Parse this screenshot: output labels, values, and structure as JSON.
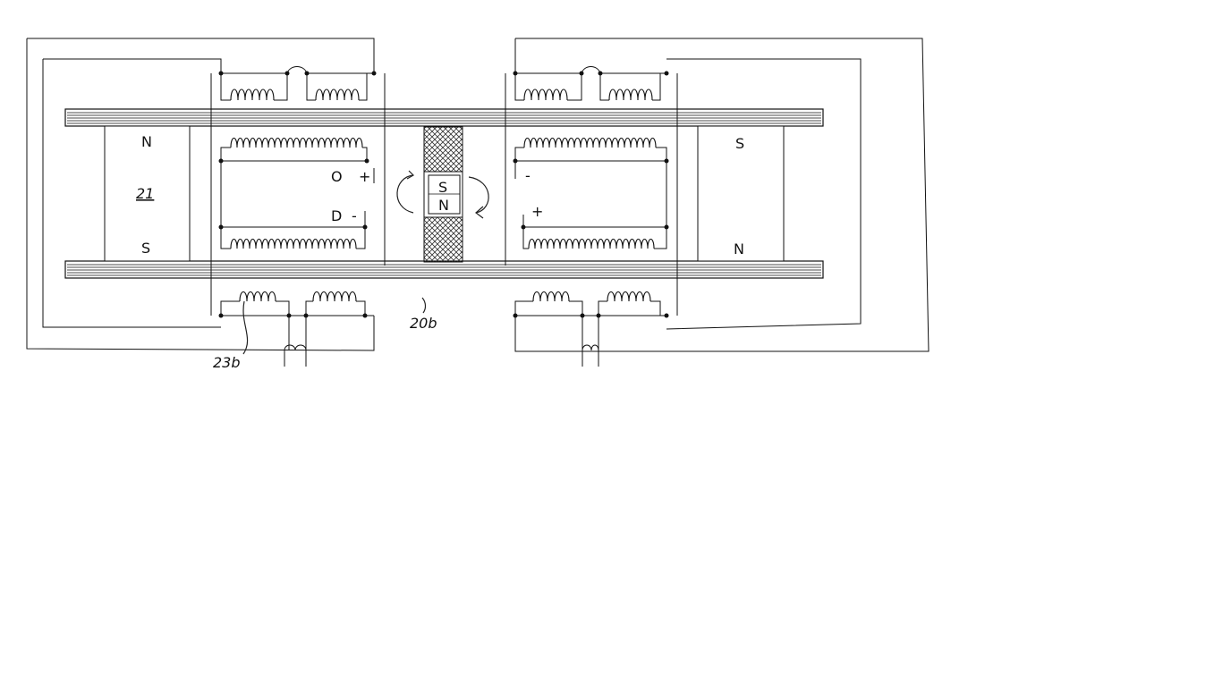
{
  "diagram": {
    "labels": {
      "left_magnet_top": "N",
      "left_magnet_bottom": "S",
      "left_magnet_ref": "21",
      "right_magnet_top": "S",
      "right_magnet_bottom": "N",
      "center_magnet_top": "S",
      "center_magnet_bottom": "N",
      "upper_left_terminal_letter": "O",
      "upper_left_terminal_sign": "+",
      "lower_left_terminal_letter": "D",
      "lower_left_terminal_sign": "-",
      "upper_right_terminal_sign": "-",
      "lower_right_terminal_sign": "+",
      "ref_20b": "20b",
      "ref_23b": "23b"
    },
    "colors": {
      "ink": "#111111",
      "hatch": "#333333",
      "background": "#ffffff"
    }
  }
}
